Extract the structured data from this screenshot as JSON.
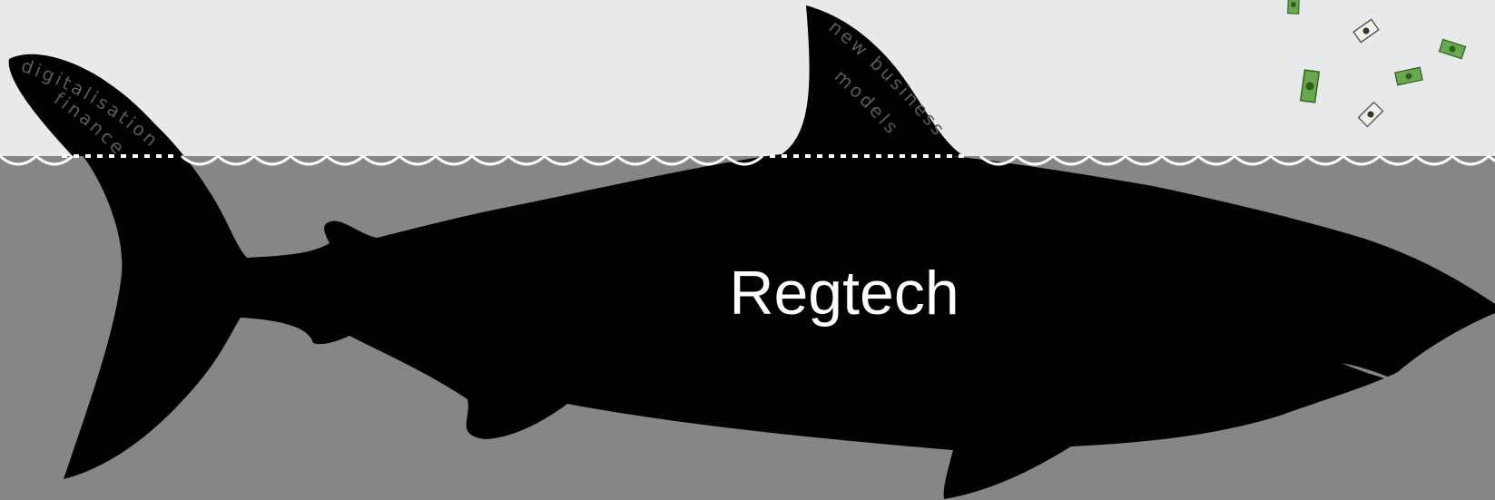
{
  "illustration": {
    "title": "Regtech",
    "tail_label_line1": "digitalisation",
    "tail_label_line2": "finance",
    "fin_label_line1": "new business",
    "fin_label_line2": "models",
    "subject_icon": "shark-silhouette-icon",
    "decoration_icon": "banknote-icon"
  },
  "colors": {
    "sky": "#e8e9eb",
    "water": "#858688",
    "shark": "#000000",
    "wave": "#ffffff",
    "banknote": "#6aa84f",
    "banknote_dark": "#2f5f1f"
  }
}
